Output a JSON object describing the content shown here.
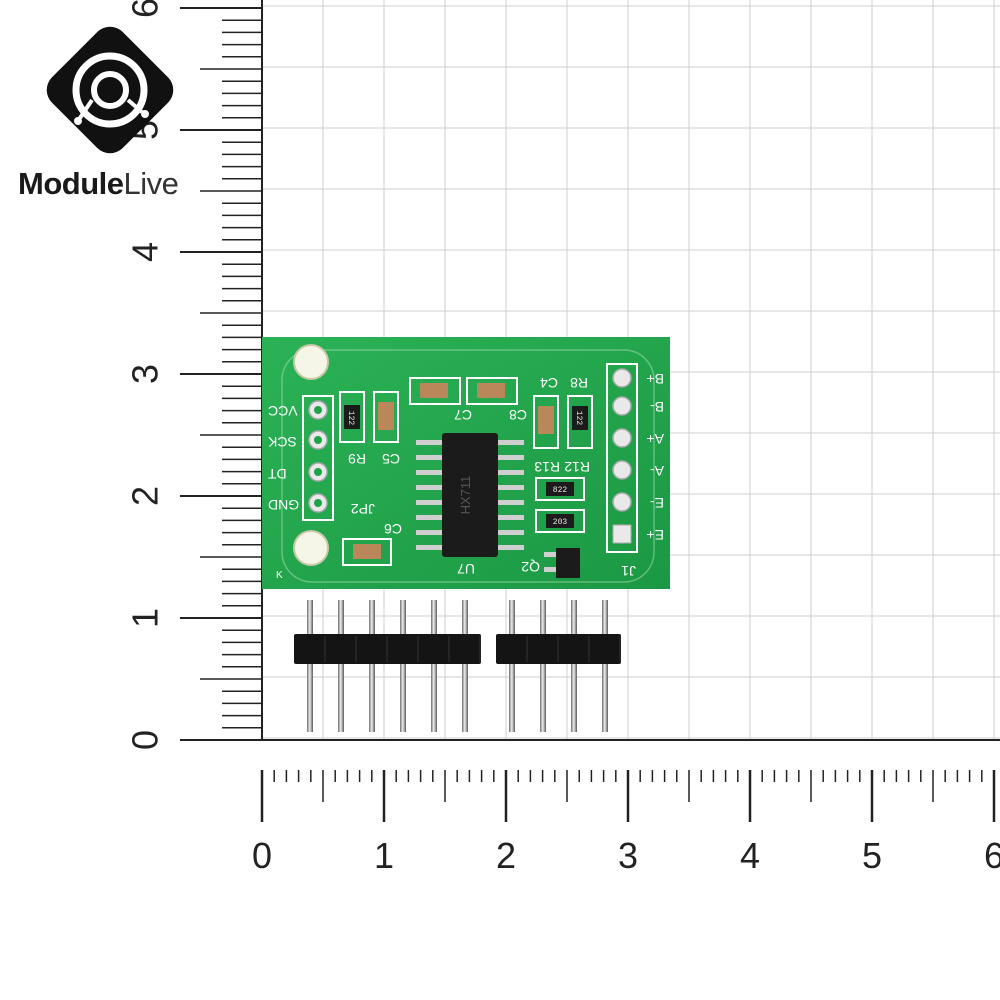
{
  "brand": {
    "name_bold": "Module",
    "name_light": "Live"
  },
  "ruler": {
    "x_labels": [
      "0",
      "1",
      "2",
      "3",
      "4",
      "5",
      "6"
    ],
    "y_labels": [
      "0",
      "1",
      "2",
      "3",
      "4",
      "5",
      "6"
    ]
  },
  "board": {
    "chip_label": "U7",
    "chip_marking": "HX711",
    "left_header_label": "JP2",
    "left_pins": [
      "VCC",
      "SCK",
      "DT",
      "GND"
    ],
    "right_header_label": "J1",
    "right_pins": [
      "B+",
      "B-",
      "A+",
      "A-",
      "E-",
      "E+"
    ],
    "components": [
      "C7",
      "C8",
      "C4",
      "R8",
      "C5",
      "R9",
      "R13",
      "R12",
      "Q2",
      "C6"
    ],
    "resistor_codes": [
      "122",
      "122",
      "822",
      "203"
    ],
    "corner_mark": "K"
  },
  "colors": {
    "pcb": "#1fa348",
    "grid": "#c8c8c8",
    "ruler": "#222222"
  }
}
